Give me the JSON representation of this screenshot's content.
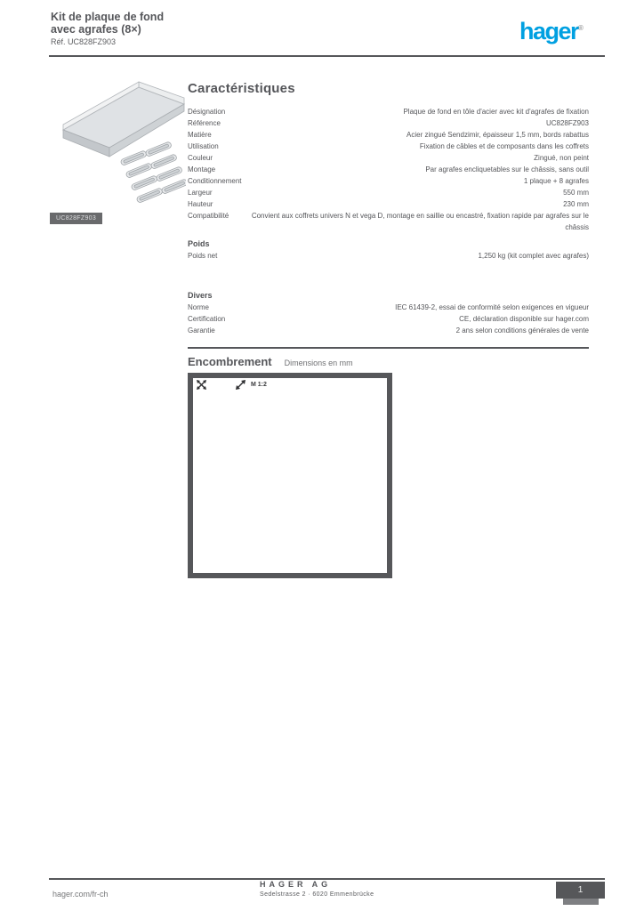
{
  "header": {
    "title_line1": "Kit de plaque de fond",
    "title_line2": "avec agrafes (8×)",
    "title_line3": "Réf. UC828FZ903",
    "logo_text": "hager",
    "logo_reg": "®"
  },
  "figure": {
    "caption": "UC828FZ903"
  },
  "specs": {
    "heading": "Caractéristiques",
    "sectionA": [
      {
        "label": "Désignation",
        "value": "Plaque de fond en tôle d'acier avec kit d'agrafes de fixation"
      },
      {
        "label": "Référence",
        "value": "UC828FZ903"
      },
      {
        "label": "Matière",
        "value": "Acier zingué Sendzimir, épaisseur 1,5 mm, bords rabattus"
      },
      {
        "label": "Utilisation",
        "value": "Fixation de câbles et de composants dans les coffrets"
      },
      {
        "label": "Couleur",
        "value": "Zingué, non peint"
      },
      {
        "label": "Montage",
        "value": "Par agrafes encliquetables sur le châssis, sans outil"
      },
      {
        "label": "Conditionnement",
        "value": "1 plaque + 8 agrafes"
      }
    ],
    "sectionB": [
      {
        "label": "Largeur",
        "value": "550 mm"
      },
      {
        "label": "Hauteur",
        "value": "230 mm"
      },
      {
        "label": "Compatibilité",
        "value": "Convient aux coffrets univers N et vega D, montage en saillie ou encastré, fixation rapide par agrafes sur le châssis"
      }
    ],
    "weight_heading": "Poids",
    "weight_rows": [
      {
        "label": "Poids net",
        "value": "1,250 kg (kit complet avec agrafes)"
      }
    ],
    "misc_heading": "Divers",
    "misc_rows": [
      {
        "label": "Norme",
        "value": "IEC 61439-2, essai de conformité selon exigences en vigueur"
      },
      {
        "label": "Certification",
        "value": "CE, déclaration disponible sur hager.com"
      },
      {
        "label": "Garantie",
        "value": "2 ans selon conditions générales de vente"
      }
    ]
  },
  "diagram": {
    "heading": "Encombrement",
    "caption": "Dimensions en mm",
    "scale_label": "M 1:2"
  },
  "footer": {
    "link": "hager.com/fr-ch",
    "company_line1": "HAGER AG",
    "company_line2": "Sedelstrasse 2 · 6020 Emmenbrücke",
    "page": "1"
  },
  "colors": {
    "brand_blue": "#00a0e1",
    "ink_gray": "#56575a"
  }
}
